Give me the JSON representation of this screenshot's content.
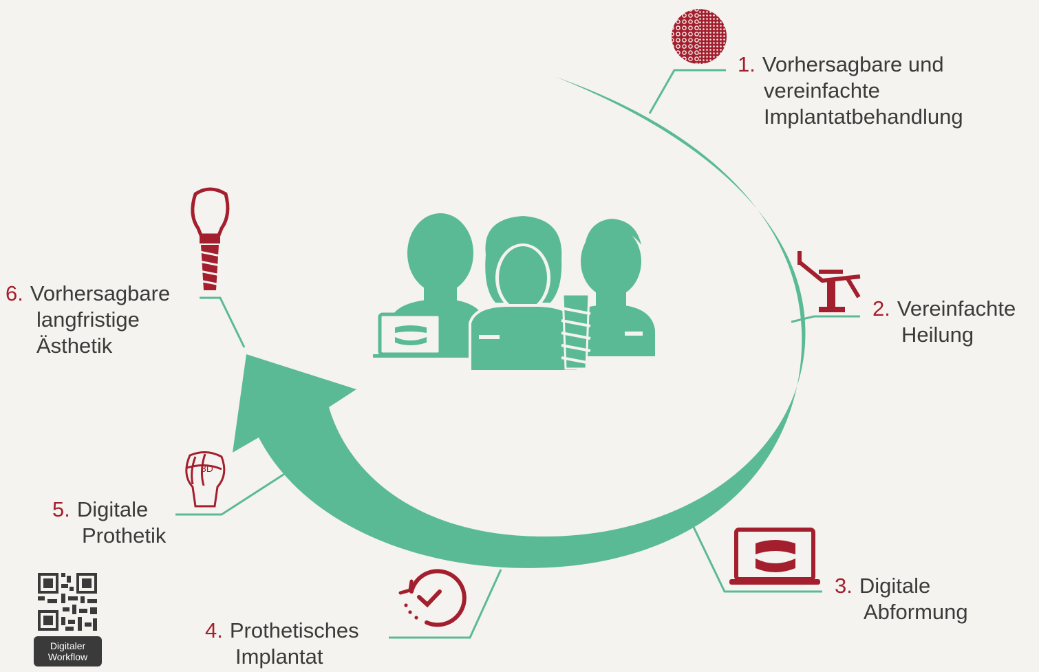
{
  "colors": {
    "background": "#f5f3ef",
    "accent_green": "#5bba96",
    "accent_red": "#a31f2e",
    "text": "#3a3a3a"
  },
  "steps": [
    {
      "number": "1.",
      "lines": [
        "Vorhersagbare und",
        "vereinfachte",
        "Implantatbehandlung"
      ],
      "icon": "bone-structure-icon"
    },
    {
      "number": "2.",
      "lines": [
        "Vereinfachte",
        "Heilung"
      ],
      "icon": "dental-chair-icon"
    },
    {
      "number": "3.",
      "lines": [
        "Digitale",
        "Abformung"
      ],
      "icon": "laptop-dentition-icon"
    },
    {
      "number": "4.",
      "lines": [
        "Prothetisches",
        "Implantat"
      ],
      "icon": "clock-check-icon"
    },
    {
      "number": "5.",
      "lines": [
        "Digitale",
        "Prothetik"
      ],
      "icon": "3d-crown-icon",
      "icon_text": "3D"
    },
    {
      "number": "6.",
      "lines": [
        "Vorhersagbare",
        "langfristige",
        "Ästhetik"
      ],
      "icon": "implant-crown-icon"
    }
  ],
  "qr": {
    "icon": "qr-code-icon",
    "badge_lines": [
      "Digitaler",
      "Workflow"
    ]
  },
  "center": {
    "icon": "dental-team-icon"
  }
}
